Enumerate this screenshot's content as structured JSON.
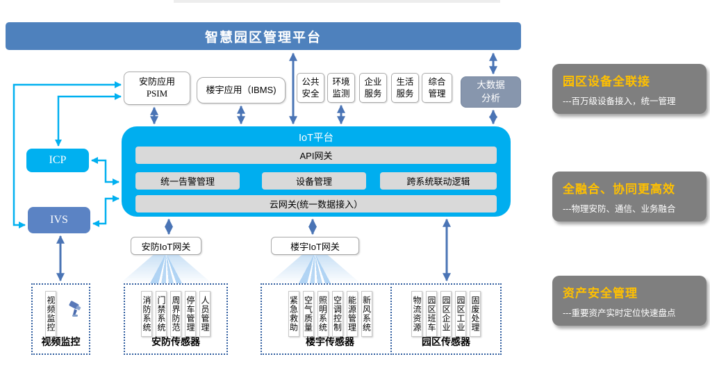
{
  "banner": {
    "title": "智慧园区管理平台"
  },
  "apps": {
    "psim": {
      "line1": "安防应用",
      "line2": "PSIM"
    },
    "ibms": {
      "label": "楼宇应用（IBMS)"
    }
  },
  "services": [
    {
      "line1": "公共",
      "line2": "安全"
    },
    {
      "line1": "环境",
      "line2": "监测"
    },
    {
      "line1": "企业",
      "line2": "服务"
    },
    {
      "line1": "生活",
      "line2": "服务"
    },
    {
      "line1": "综合",
      "line2": "管理"
    }
  ],
  "big_data": {
    "line1": "大数据",
    "line2": "分析"
  },
  "iot": {
    "title": "IoT平台",
    "api_gateway": "API网关",
    "modules": [
      "统一告警管理",
      "设备管理",
      "跨系统联动逻辑"
    ],
    "cloud_gateway": "云网关(统一数据接入）"
  },
  "left_nodes": {
    "icp": "ICP",
    "ivs": "IVS"
  },
  "gateways": {
    "security": "安防IoT网关",
    "building": "楼宇IoT网关"
  },
  "sensor_groups": [
    {
      "label": "视频监控",
      "icon": "camera-icon",
      "items": [
        "视频监控"
      ]
    },
    {
      "label": "安防传感器",
      "items": [
        "消防系统",
        "门禁系统",
        "周界防范",
        "停车管理",
        "人员管理"
      ]
    },
    {
      "label": "楼宇传感器",
      "items": [
        "紧急救助",
        "空气质量",
        "照明系统",
        "空调控制",
        "能源管理",
        "新风系统"
      ]
    },
    {
      "label": "园区传感器",
      "items": [
        "物流资源",
        "园区班车",
        "园区企业",
        "园区工业",
        "固废处理"
      ]
    }
  ],
  "highlights": [
    {
      "title": "园区设备全联接",
      "subtitle": "---百万级设备接入，统一管理"
    },
    {
      "title": "全融合、协同更高效",
      "subtitle": "---物理安防、通信、业务融合"
    },
    {
      "title": "资产安全管理",
      "subtitle": "---重要资产实时定位快速盘点"
    }
  ],
  "colors": {
    "banner_blue": "#4E81BD",
    "iot_cyan": "#00AEEF",
    "icp_cyan": "#00B0F0",
    "ivs_blue": "#5B83C4",
    "big_data_gray_blue": "#8796AD",
    "arrow_dark_blue": "#4A74B5",
    "arrow_cyan": "#00B0F0",
    "module_bar_gray": "#D9D9D9",
    "panel_gray": "#7F7F7F",
    "accent_orange": "#FFC000",
    "dashed_border_blue": "#2E5C9E"
  }
}
